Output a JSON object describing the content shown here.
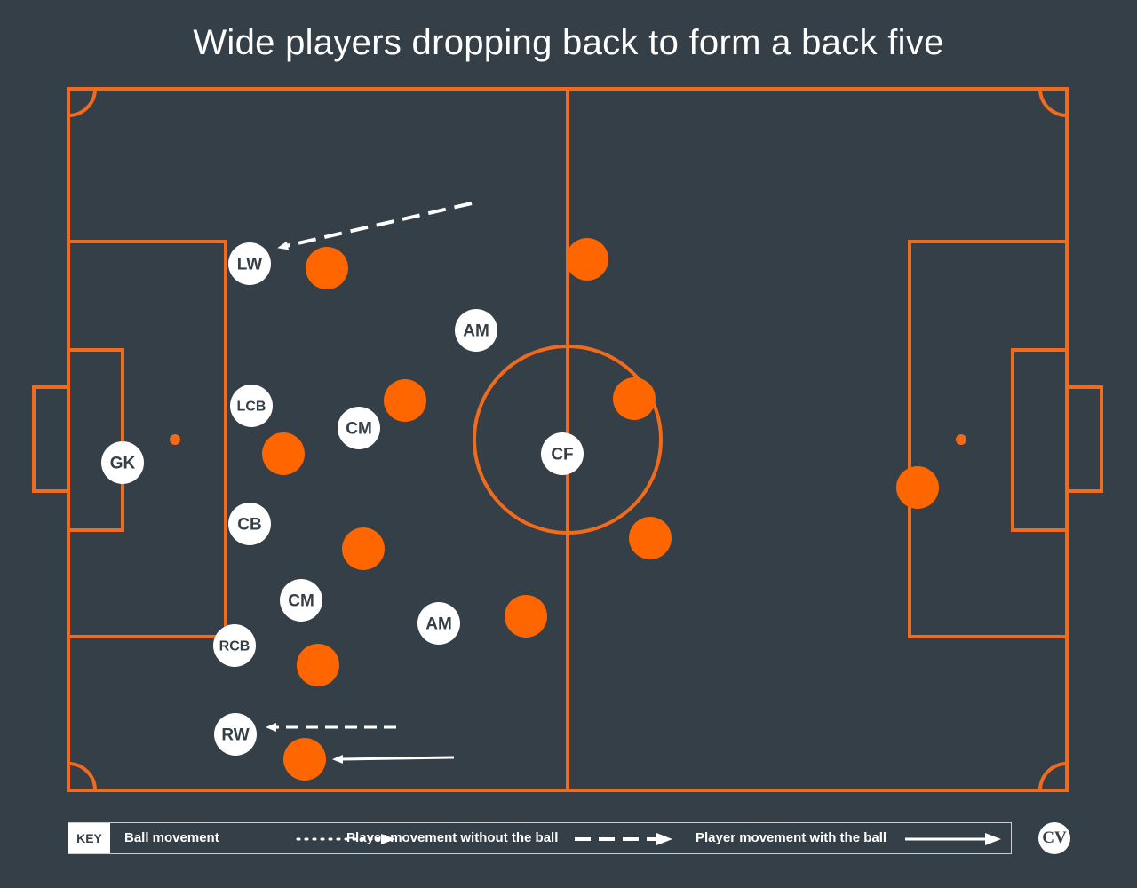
{
  "title": "Wide players dropping back to form a back five",
  "colors": {
    "background": "#353f47",
    "pitch_lines": "#f26a1b",
    "opposition": "#ff6600",
    "team": "#ffffff",
    "arrows": "#ffffff"
  },
  "team_players": [
    {
      "label": "GK"
    },
    {
      "label": "LW"
    },
    {
      "label": "AM"
    },
    {
      "label": "LCB"
    },
    {
      "label": "CM"
    },
    {
      "label": "CF"
    },
    {
      "label": "CB"
    },
    {
      "label": "CM"
    },
    {
      "label": "AM"
    },
    {
      "label": "RCB"
    },
    {
      "label": "RW"
    }
  ],
  "opposition_player_count": 11,
  "arrows": [
    {
      "type": "player-movement-without-ball",
      "to": "LW"
    },
    {
      "type": "player-movement-without-ball",
      "to": "RW"
    },
    {
      "type": "player-movement-with-ball",
      "to": "opposition-player"
    }
  ],
  "key": {
    "tag": "KEY",
    "items": [
      {
        "label": "Ball movement",
        "line": "dotted-arrow"
      },
      {
        "label": "Player movement without the ball",
        "line": "dashed-arrow"
      },
      {
        "label": "Player movement with the ball",
        "line": "solid-arrow"
      }
    ]
  },
  "logo": "CV"
}
